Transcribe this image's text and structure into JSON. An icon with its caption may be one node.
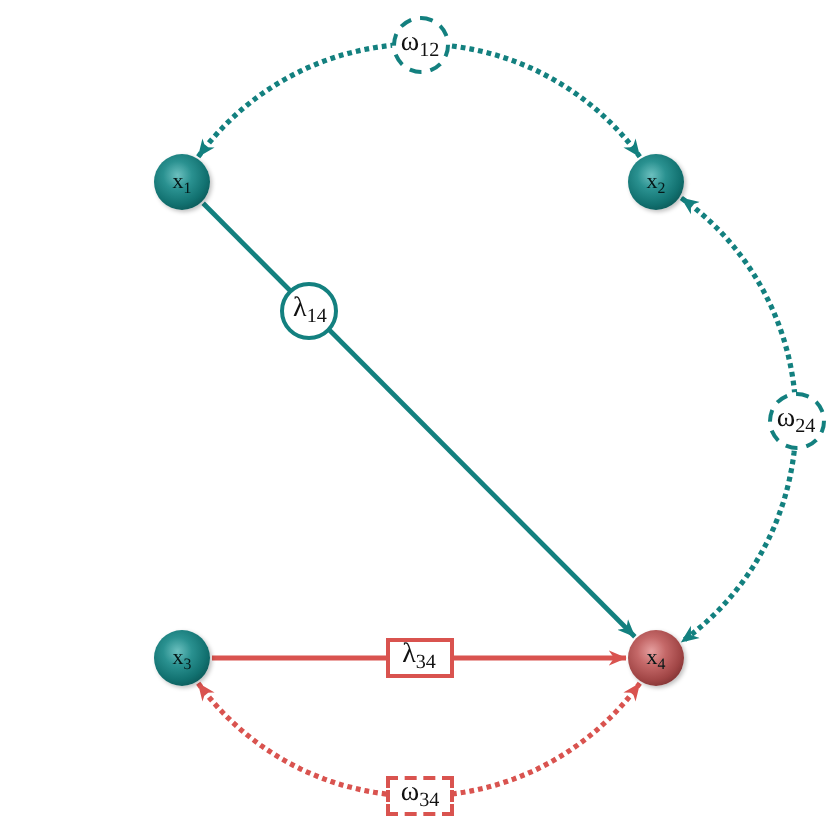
{
  "diagram": {
    "nodes": [
      {
        "text": [
          "x$_{1}$"
        ]
      },
      {
        "text": [
          "x$_{2}$"
        ]
      },
      {
        "text": [
          "x$_{3}$"
        ]
      },
      {
        "text": [
          "x$_{4}$"
        ]
      }
    ],
    "edges": [
      {
        "from": 0,
        "to": 1,
        "arrow": "both",
        "label": "ω$_{12}$",
        "style": "dashed"
      },
      {
        "from": 0,
        "to": 3,
        "arrow": "to",
        "label": "λ$_{14}$"
      },
      {
        "from": 1,
        "to": 3,
        "arrow": "both",
        "label": "ω$_{24}$",
        "style": "dashed"
      },
      {
        "from": 2,
        "to": 3,
        "arrow": "to",
        "label": "λ$_{34}$",
        "color": "#d9534f"
      },
      {
        "from": 2,
        "to": 3,
        "arrow": "both",
        "label": "ω$_{34}$",
        "style": "dashed",
        "color": "#d9534f"
      }
    ]
  }
}
